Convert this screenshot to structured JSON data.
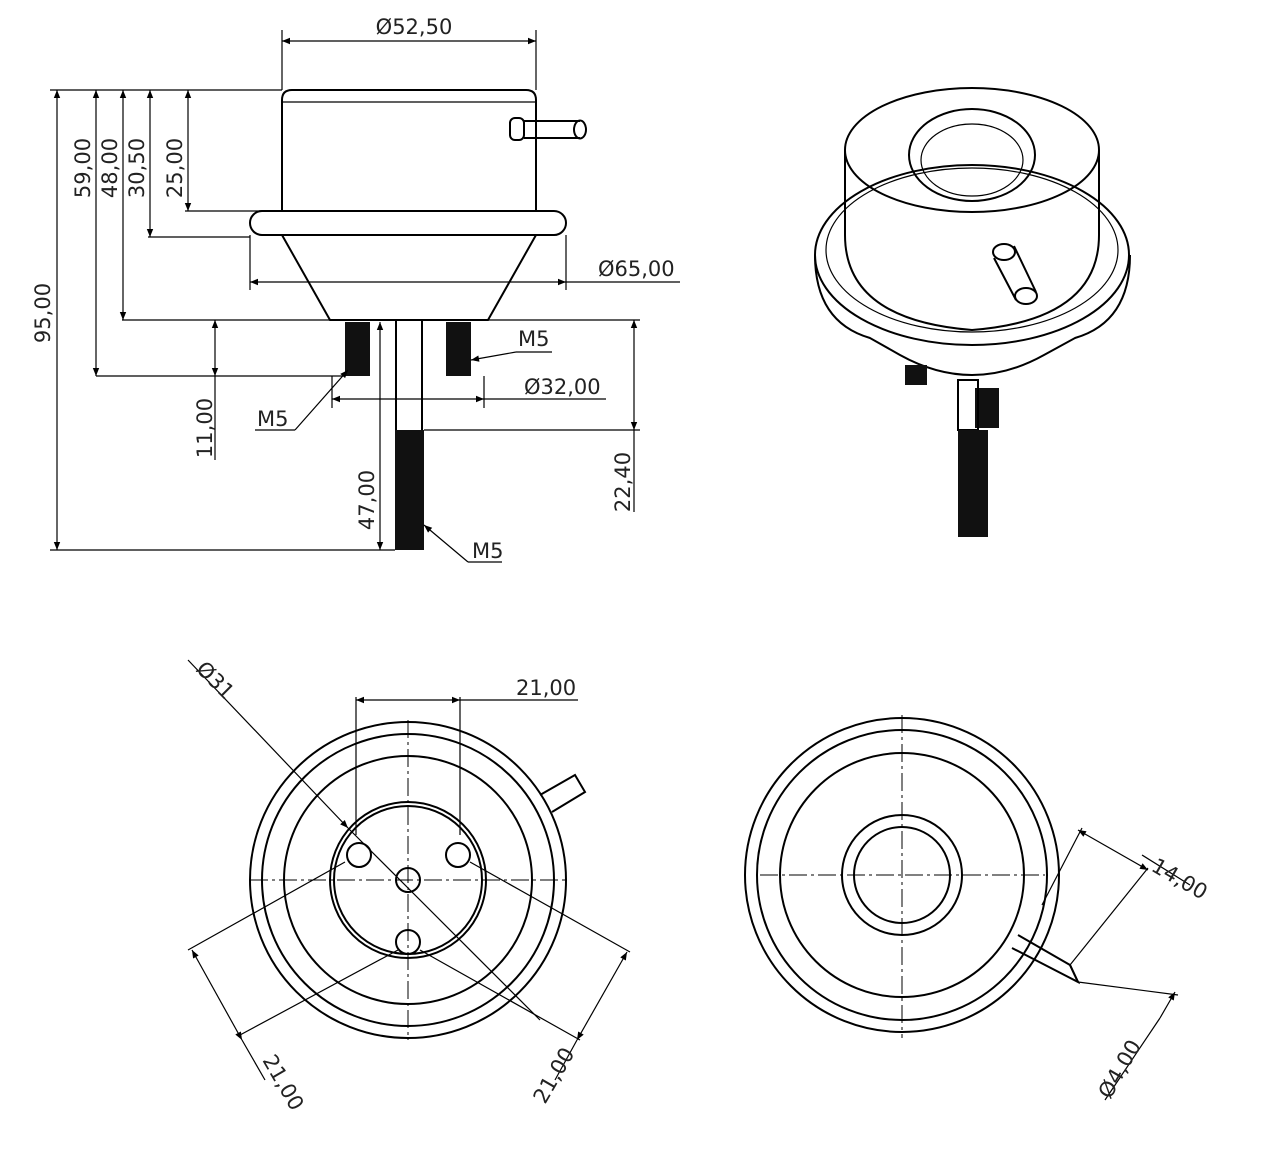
{
  "front_view": {
    "dims": {
      "dia_top": "Ø52,50",
      "dia_flange": "Ø65,00",
      "dia_studs": "Ø32,00",
      "h_total": "95,00",
      "h_59": "59,00",
      "h_48": "48,00",
      "h_30": "30,50",
      "h_25": "25,00",
      "h_11": "11,00",
      "h_47": "47,00",
      "h_22": "22,40"
    },
    "thread_labels": {
      "stud_right": "M5",
      "stud_left": "M5",
      "rod": "M5"
    }
  },
  "bottom_view": {
    "dims": {
      "dia_31": "Ø31",
      "spacing_top": "21,00",
      "spacing_left": "21,00",
      "spacing_right": "21,00"
    }
  },
  "top_view": {
    "dims": {
      "nipple_len": "14,00",
      "nipple_dia": "Ø4,00"
    }
  },
  "colors": {
    "line": "#000000",
    "background": "#ffffff"
  }
}
